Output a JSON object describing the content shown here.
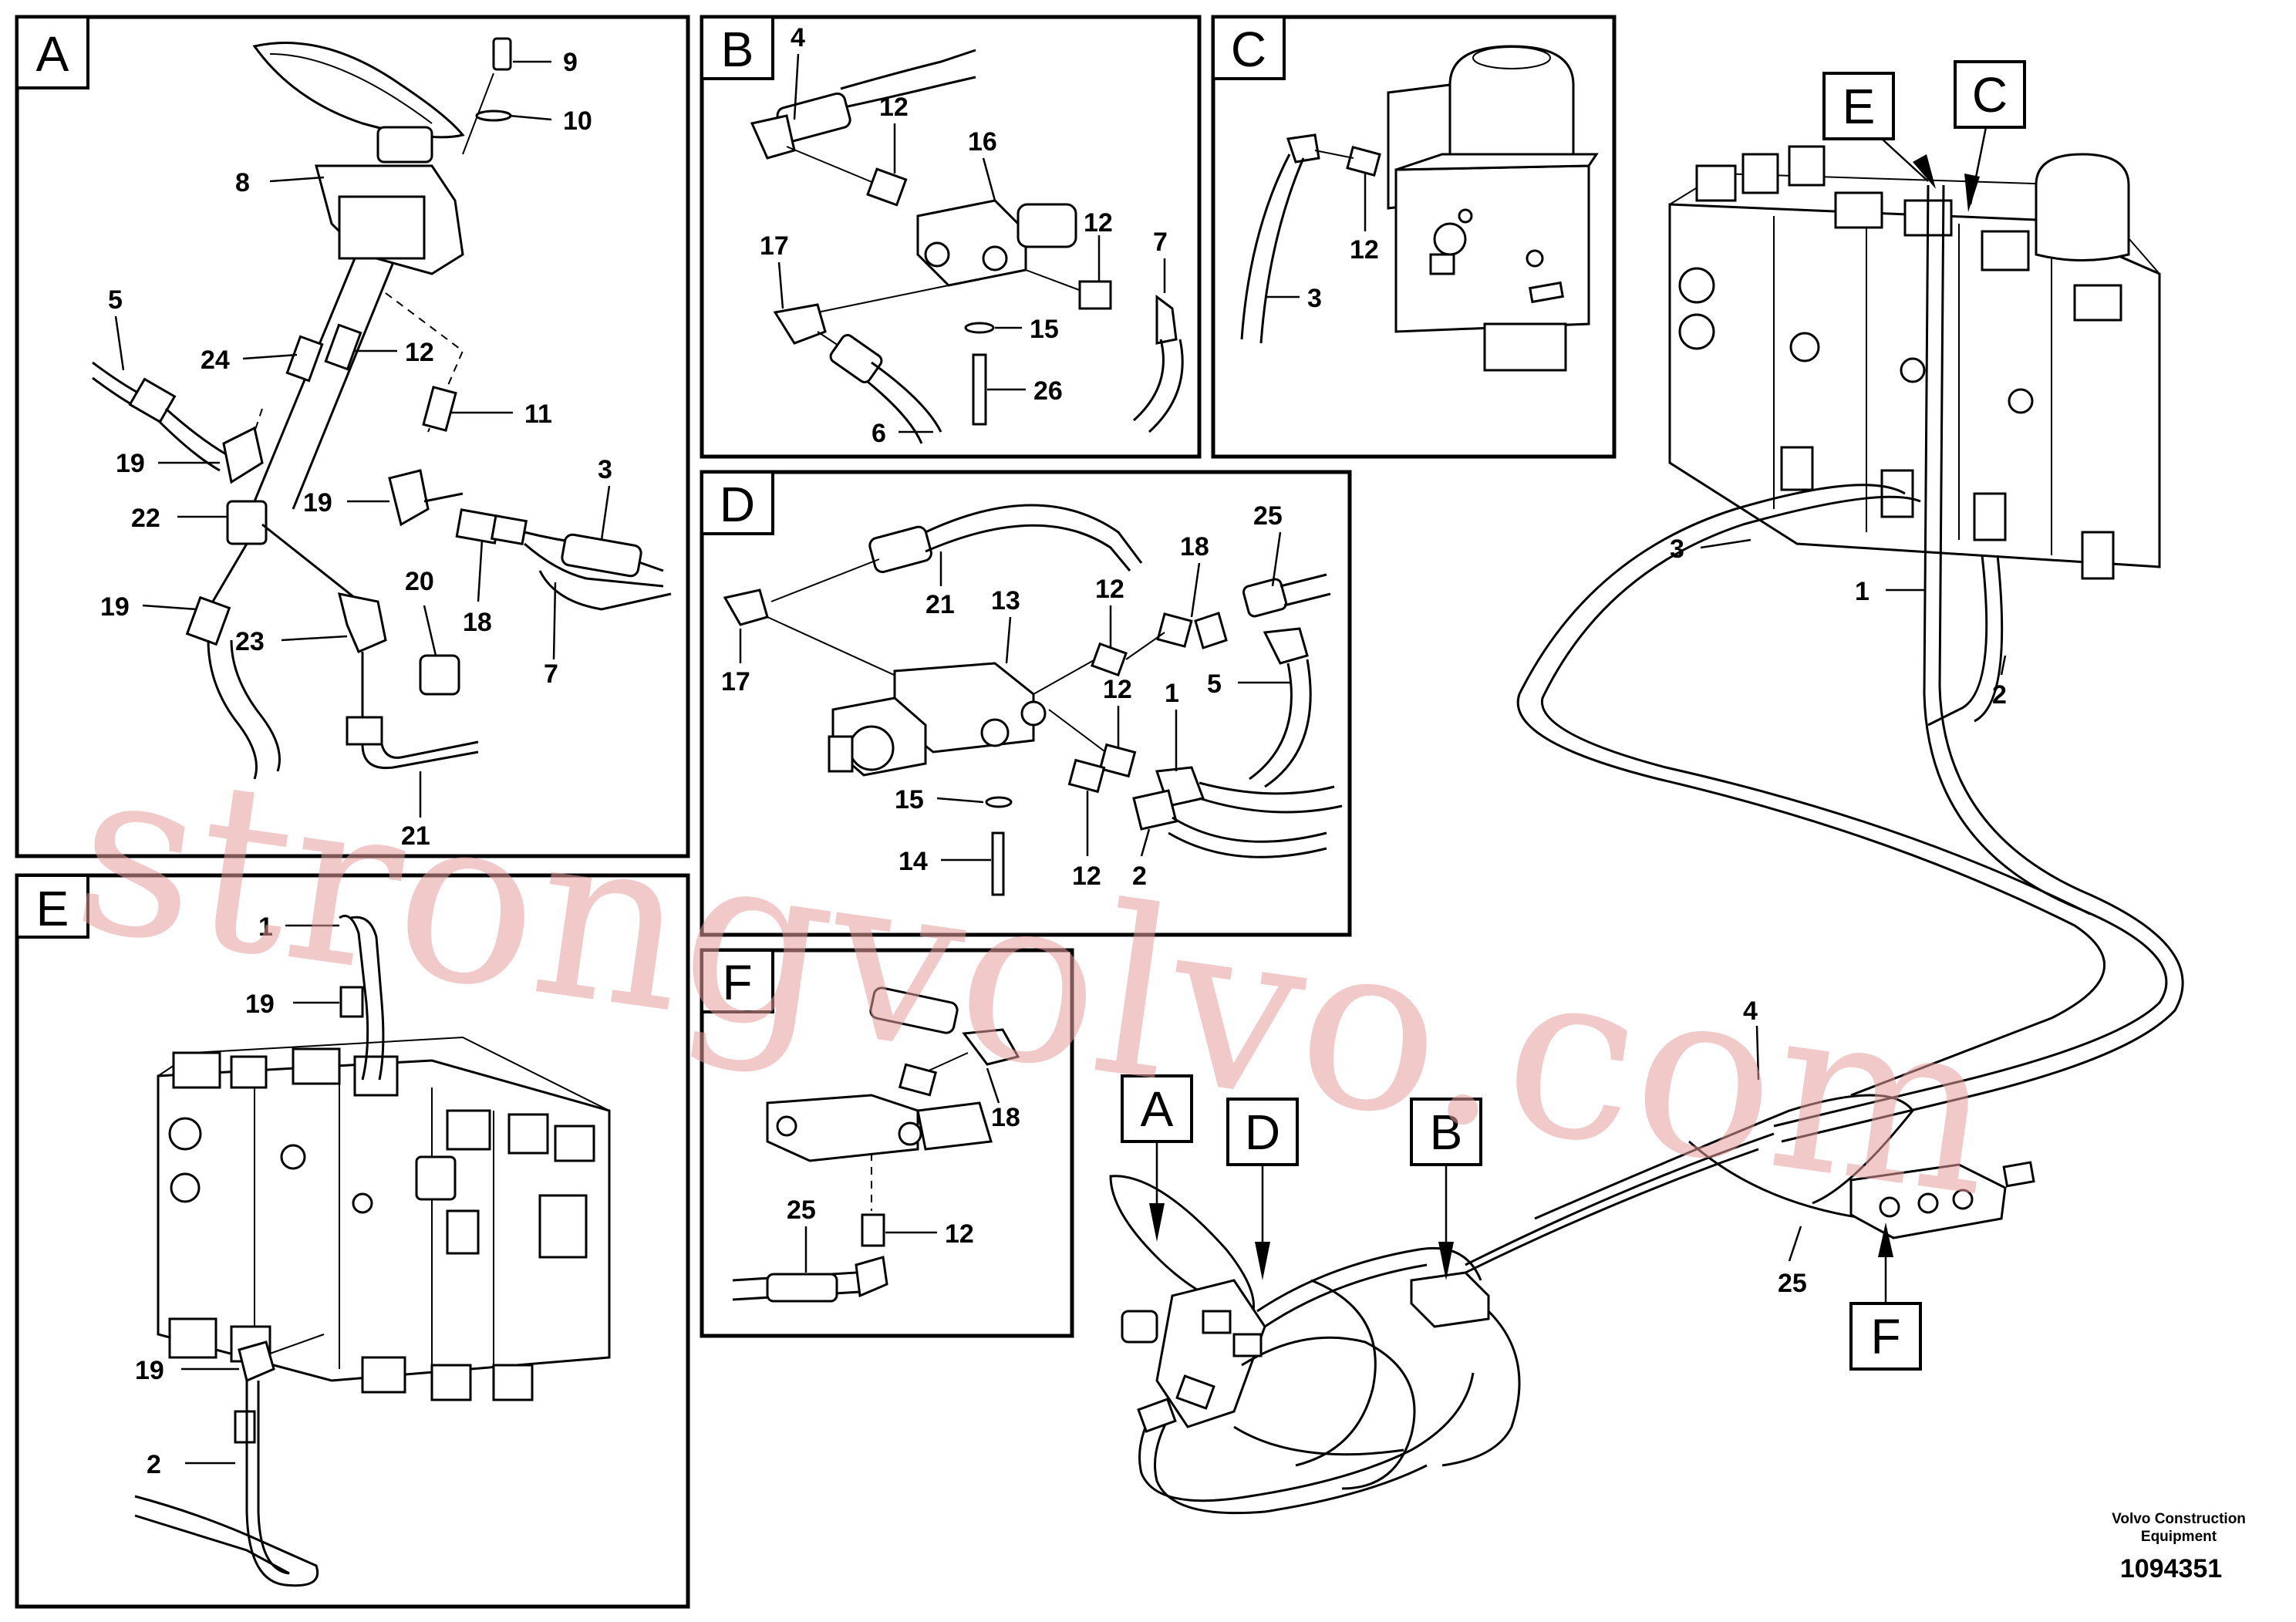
{
  "panels": [
    {
      "id": "A",
      "label": "A"
    },
    {
      "id": "B",
      "label": "B"
    },
    {
      "id": "C",
      "label": "C"
    },
    {
      "id": "D",
      "label": "D"
    },
    {
      "id": "E",
      "label": "E"
    },
    {
      "id": "F",
      "label": "F"
    }
  ],
  "main_view_tags": [
    {
      "id": "A",
      "label": "A"
    },
    {
      "id": "D",
      "label": "D"
    },
    {
      "id": "B",
      "label": "B"
    },
    {
      "id": "E",
      "label": "E"
    },
    {
      "id": "C",
      "label": "C"
    },
    {
      "id": "F",
      "label": "F"
    }
  ],
  "callouts": {
    "A": [
      "9",
      "10",
      "8",
      "5",
      "24",
      "12",
      "11",
      "19",
      "22",
      "19",
      "3",
      "19",
      "20",
      "18",
      "23",
      "7",
      "21"
    ],
    "B": [
      "4",
      "12",
      "16",
      "12",
      "17",
      "7",
      "15",
      "26",
      "6"
    ],
    "C": [
      "12",
      "3"
    ],
    "D": [
      "25",
      "21",
      "18",
      "13",
      "12",
      "17",
      "5",
      "12",
      "1",
      "15",
      "14",
      "12",
      "2"
    ],
    "E": [
      "1",
      "19",
      "19",
      "2"
    ],
    "F": [
      "18",
      "25",
      "12"
    ],
    "main": [
      "3",
      "1",
      "2",
      "4",
      "25"
    ]
  },
  "credit": {
    "line1": "Volvo Construction",
    "line2": "Equipment"
  },
  "doc_id": "1094351",
  "watermark": "strongvolvo.com",
  "colors": {
    "line": "#000000",
    "background": "#ffffff",
    "watermark": "#e79c9c"
  }
}
